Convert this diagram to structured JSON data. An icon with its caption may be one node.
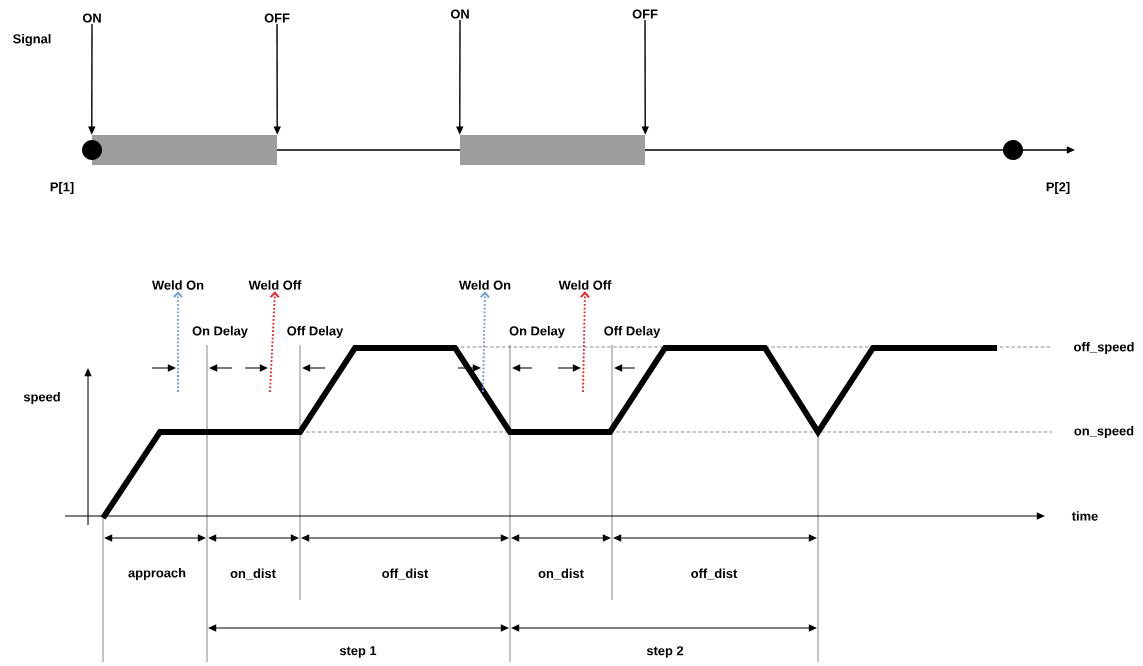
{
  "diagram": {
    "nodes": [
      {
        "text": [
          "ON"
        ]
      },
      {
        "text": [
          "OFF"
        ]
      },
      {
        "text": [
          "ON"
        ]
      },
      {
        "text": [
          "OFF"
        ]
      },
      {
        "text": [],
        "shape": "bar"
      },
      {
        "text": [],
        "shape": "bar"
      },
      {
        "text": [],
        "shape": "circle",
        "beside": [
          "P[1]"
        ]
      },
      {
        "text": [],
        "shape": "circle",
        "beside": [
          "P[2]"
        ]
      },
      {
        "text": [
          "Weld  On"
        ]
      },
      {
        "text": [
          "Weld Off"
        ]
      },
      {
        "text": [
          "Weld  On"
        ]
      },
      {
        "text": [
          "Weld Off"
        ]
      }
    ],
    "edges": [
      {
        "from": 0,
        "to": 4,
        "arrow": "to"
      },
      {
        "from": 1,
        "to": 4,
        "arrow": "to"
      },
      {
        "from": 2,
        "to": 5,
        "arrow": "to"
      },
      {
        "from": 3,
        "to": 5,
        "arrow": "to"
      },
      {
        "from": null,
        "to": 8,
        "arrow": "to",
        "style": "dashed",
        "color": "#6a9bd8"
      },
      {
        "from": null,
        "to": 9,
        "arrow": "to",
        "style": "dashed",
        "color": "#e8242a"
      },
      {
        "from": null,
        "to": 10,
        "arrow": "to",
        "style": "dashed",
        "color": "#6a9bd8"
      },
      {
        "from": null,
        "to": 11,
        "arrow": "to",
        "style": "dashed",
        "color": "#e8242a"
      }
    ],
    "labels": [
      "Signal",
      "On Delay",
      "Off Delay",
      "On Delay",
      "Off Delay",
      "off_speed",
      "speed",
      "on_speed",
      "time",
      "approach",
      "on_dist",
      "off_dist",
      "on_dist",
      "off_dist",
      "step 1",
      "step 2"
    ]
  }
}
